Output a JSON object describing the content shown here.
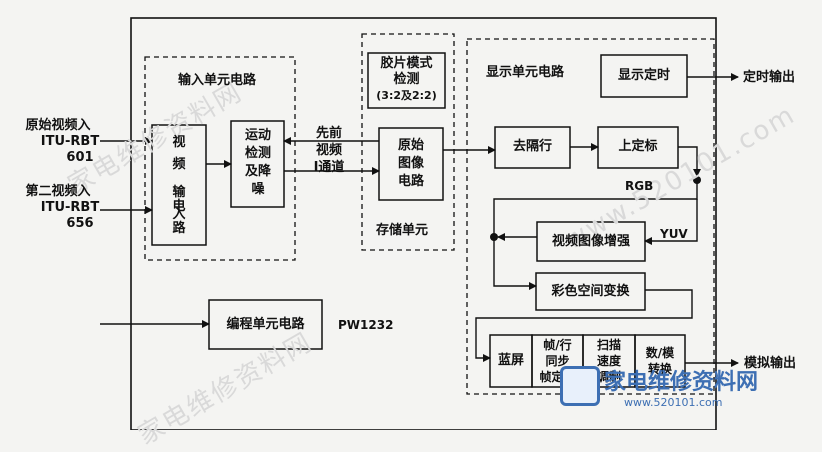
{
  "outer_label": "PW1232",
  "inputs": {
    "in1_line1": "原始视频入",
    "in1_line2": "ITU-RBT",
    "in1_line3": "601",
    "in2_line1": "第二视频入",
    "in2_line2": "ITU-RBT",
    "in2_line3": "656"
  },
  "input_unit": {
    "title": "输入单元电路",
    "video_input": [
      "视",
      "频",
      "输",
      "入",
      "电",
      "路"
    ],
    "motion": [
      "运动",
      "检测",
      "及降",
      "噪"
    ]
  },
  "mid_labels": {
    "line1": "先前",
    "line2": "视频",
    "line3": "I通道"
  },
  "storage": {
    "film_mode": [
      "胶片模式",
      "检测",
      "(3:2及2:2)"
    ],
    "orig_image": [
      "原始",
      "图像",
      "电路"
    ],
    "title": "存储单元"
  },
  "display_unit": {
    "title": "显示单元电路",
    "timing": "显示定时",
    "timing_out": "定时输出",
    "deinterlace": "去隔行",
    "scaler": "上定标",
    "rgb": "RGB",
    "yuv": "YUV",
    "enhance": "视频图像增强",
    "colorspace": "彩色空间变换",
    "bluescreen": "蓝屏",
    "sync": [
      "帧/行",
      "同步",
      "帧定时"
    ],
    "scan": [
      "扫描",
      "速度",
      "调制"
    ],
    "dac": [
      "数/模",
      "转换"
    ],
    "analog_out": "模拟输出"
  },
  "program_unit": "编程单元电路",
  "watermarks": [
    "家电维修资料网",
    "www.520101.com",
    "家电维修资料网"
  ],
  "logo": {
    "name": "家电维修资料网",
    "url": "www.520101.com"
  }
}
